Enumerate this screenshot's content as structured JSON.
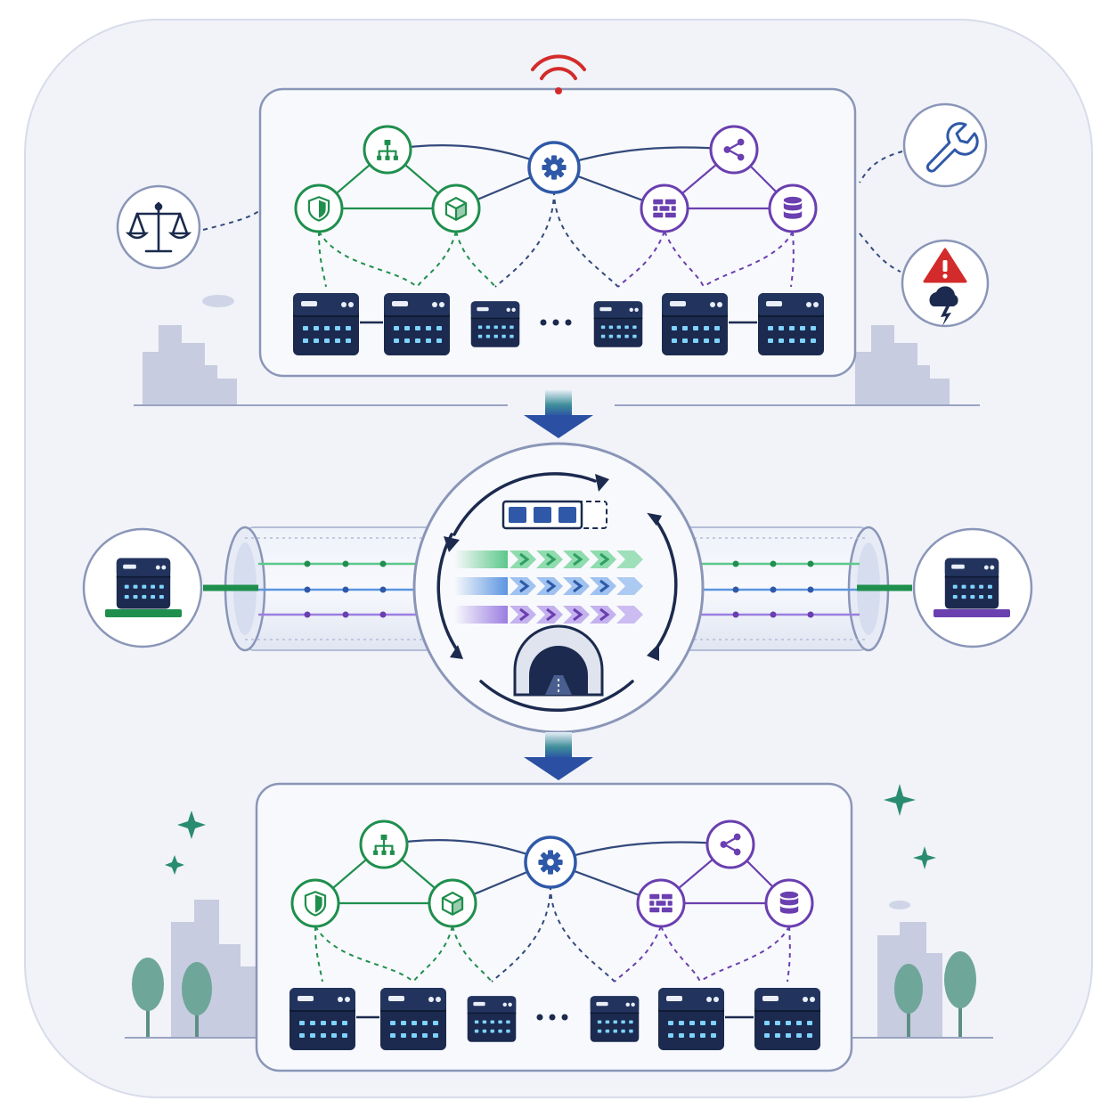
{
  "colors": {
    "background": "#ffffff",
    "card": "#f1f3f8",
    "panel": "#f7f8fb",
    "outline": "#8a96b8",
    "navy": "#1b2a4e",
    "blue": "#2f59a8",
    "green": "#1f8f4d",
    "purple": "#6a3fb0",
    "teal": "#2a8c6e",
    "red": "#d32b2b",
    "city": "#c7cce0",
    "led": "#7fd3ff",
    "stream_green": "#5cc88a",
    "stream_blue": "#5b95e0",
    "stream_purple": "#9b7ee0"
  },
  "top_cluster": {
    "status": "signal-icon",
    "services": [
      {
        "icon": "hierarchy-icon",
        "group": "green"
      },
      {
        "icon": "shield-icon",
        "group": "green"
      },
      {
        "icon": "cube-icon",
        "group": "green"
      },
      {
        "icon": "gear-icon",
        "group": "blue"
      },
      {
        "icon": "share-icon",
        "group": "purple"
      },
      {
        "icon": "firewall-icon",
        "group": "purple"
      },
      {
        "icon": "database-icon",
        "group": "purple"
      }
    ],
    "servers": 6
  },
  "side_badges": [
    {
      "icon": "balance-scale-icon",
      "side": "left"
    },
    {
      "icon": "wrench-icon",
      "side": "right"
    },
    {
      "icon": "warning-storm-icon",
      "side": "right"
    }
  ],
  "migration": {
    "streams": [
      "green",
      "blue",
      "purple"
    ],
    "progress_filled": 3,
    "progress_total": 4,
    "source": "server-icon",
    "target": "server-icon",
    "hub": "tunnel-icon"
  },
  "bottom_cluster": {
    "status": "sparkle-icon",
    "servers": 6
  }
}
